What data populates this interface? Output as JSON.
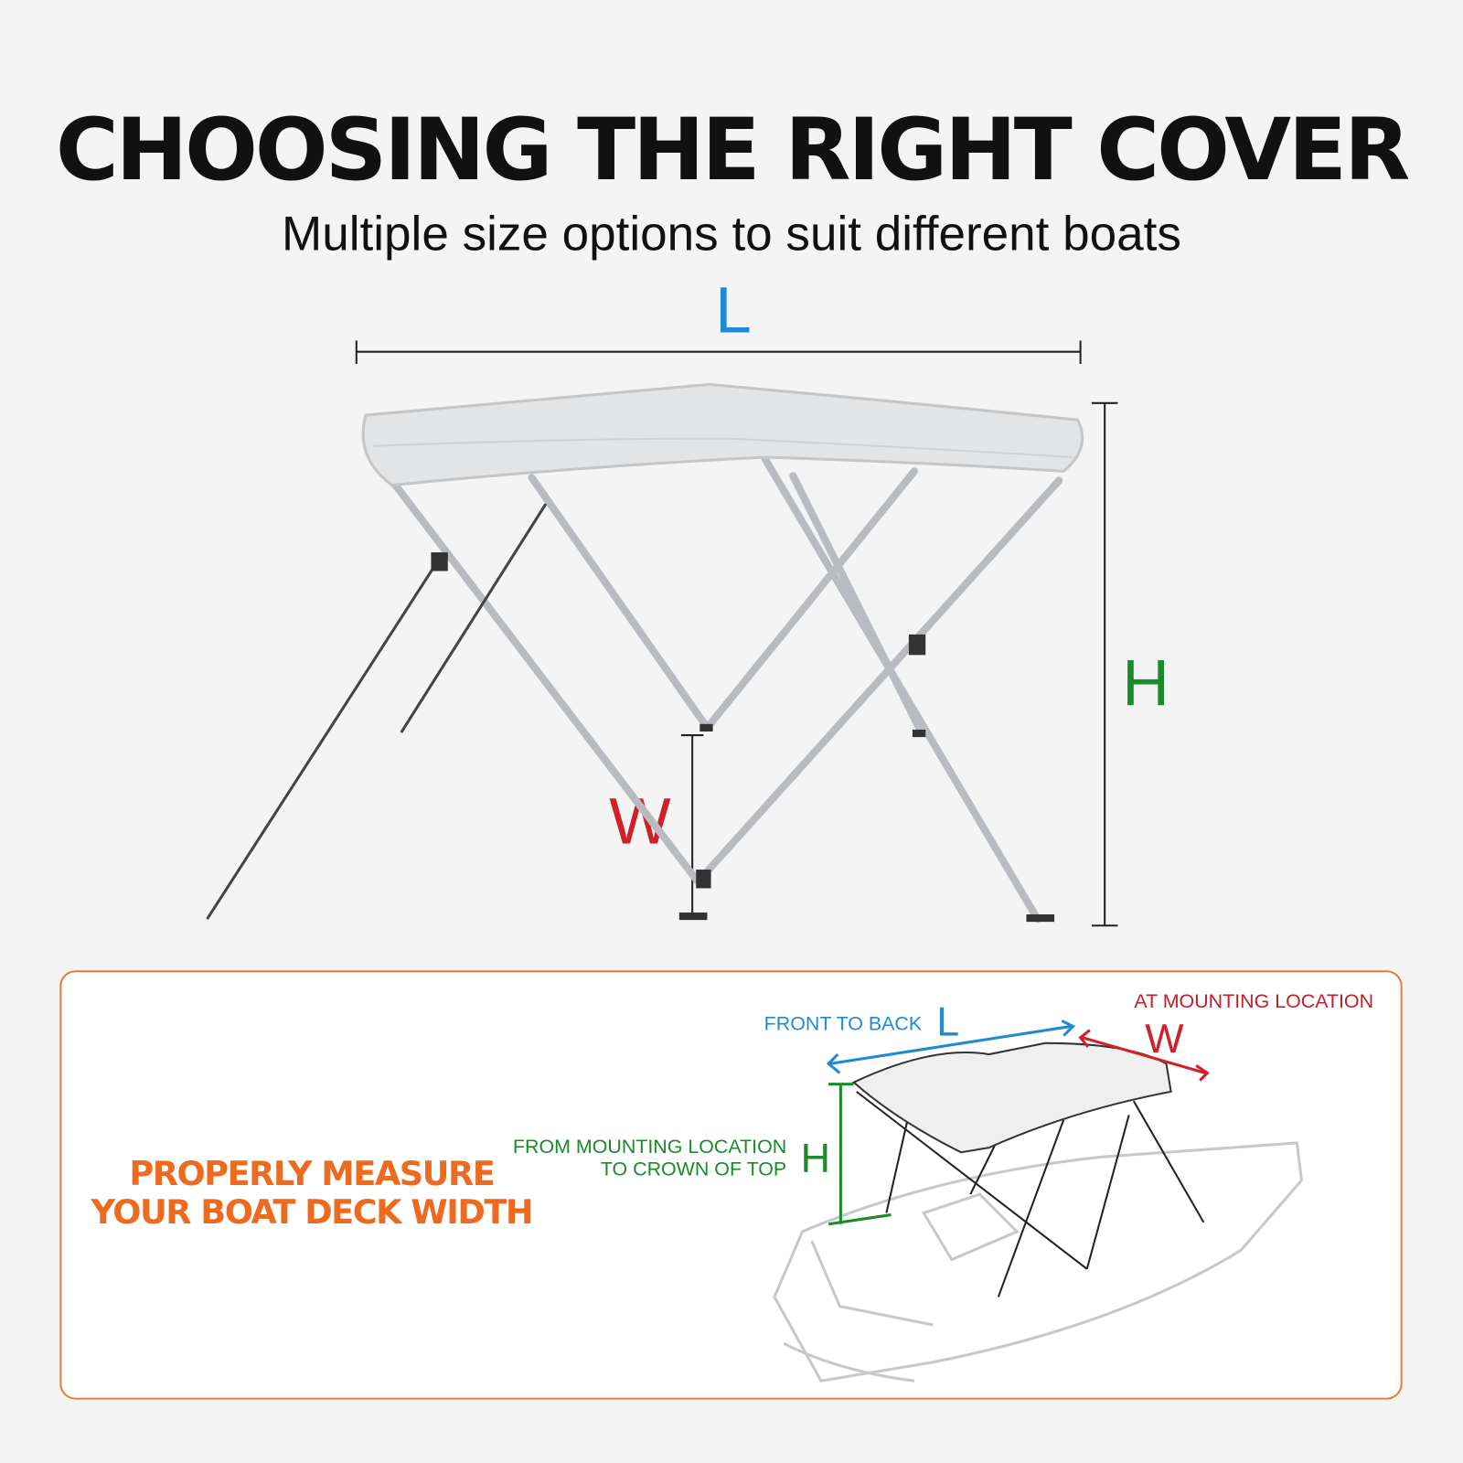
{
  "header": {
    "title": "CHOOSING THE RIGHT COVER",
    "subtitle": "Multiple size options to suit different boats"
  },
  "main_diagram": {
    "length_label": "L",
    "height_label": "H",
    "width_label": "W"
  },
  "info_box": {
    "headline_line1": "PROPERLY MEASURE",
    "headline_line2": "YOUR BOAT DECK WIDTH",
    "length_desc": "FRONT TO BACK",
    "length_label": "L",
    "width_desc": "AT MOUNTING LOCATION",
    "width_label": "W",
    "height_desc_line1": "FROM MOUNTING LOCATION",
    "height_desc_line2": "TO CROWN OF TOP",
    "height_label": "H"
  },
  "colors": {
    "length": "#1e8ad6",
    "height": "#1a8a2a",
    "width": "#d0202a",
    "accent": "#ee6a1e",
    "background": "#f4f4f4"
  }
}
